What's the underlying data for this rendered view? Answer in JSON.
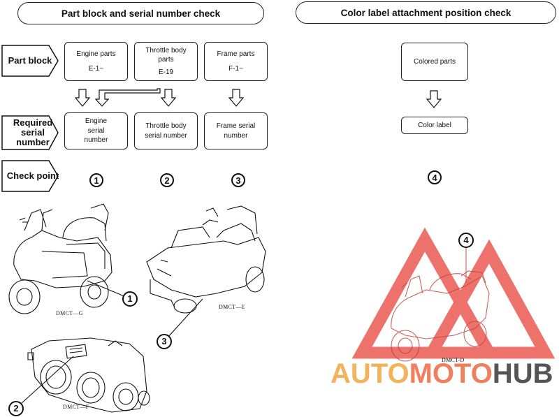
{
  "headers": {
    "left": "Part block and serial number check",
    "right": "Color label attachment position check"
  },
  "row_labels": {
    "part_block": "Part block",
    "required_serial_number": "Required serial number",
    "check_point": "Check point"
  },
  "part_blocks": [
    {
      "title": "Engine parts",
      "code": "E-1~"
    },
    {
      "title": "Throttle body parts",
      "code": "E-19"
    },
    {
      "title": "Frame parts",
      "code": "F-1~"
    }
  ],
  "serial_numbers": [
    "Engine serial number",
    "Throttle body serial number",
    "Frame serial number"
  ],
  "check_points": [
    "1",
    "2",
    "3",
    "4"
  ],
  "color_check": {
    "colored_parts": "Colored parts",
    "color_label": "Color label"
  },
  "figure_captions": {
    "g": "DMCT—G",
    "e": "DMCT—E",
    "f": "DMCT—F",
    "d": "DMCT-D"
  },
  "callouts": [
    "1",
    "2",
    "3",
    "4"
  ],
  "watermark": {
    "auto": "AUTO",
    "moto": "MOTO",
    "hub": "HUB"
  },
  "colors": {
    "watermark_orange": "#f2b35a",
    "watermark_red": "#e8443a",
    "watermark_gray": "#555555"
  }
}
